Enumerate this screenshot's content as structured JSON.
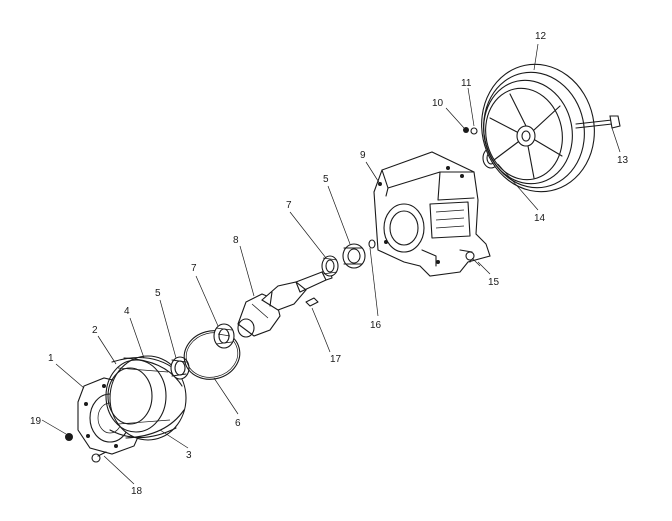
{
  "diagram": {
    "callouts": [
      "1",
      "2",
      "3",
      "4",
      "5",
      "5",
      "6",
      "7",
      "7",
      "8",
      "9",
      "10",
      "11",
      "12",
      "13",
      "14",
      "15",
      "16",
      "17",
      "18",
      "19"
    ]
  }
}
